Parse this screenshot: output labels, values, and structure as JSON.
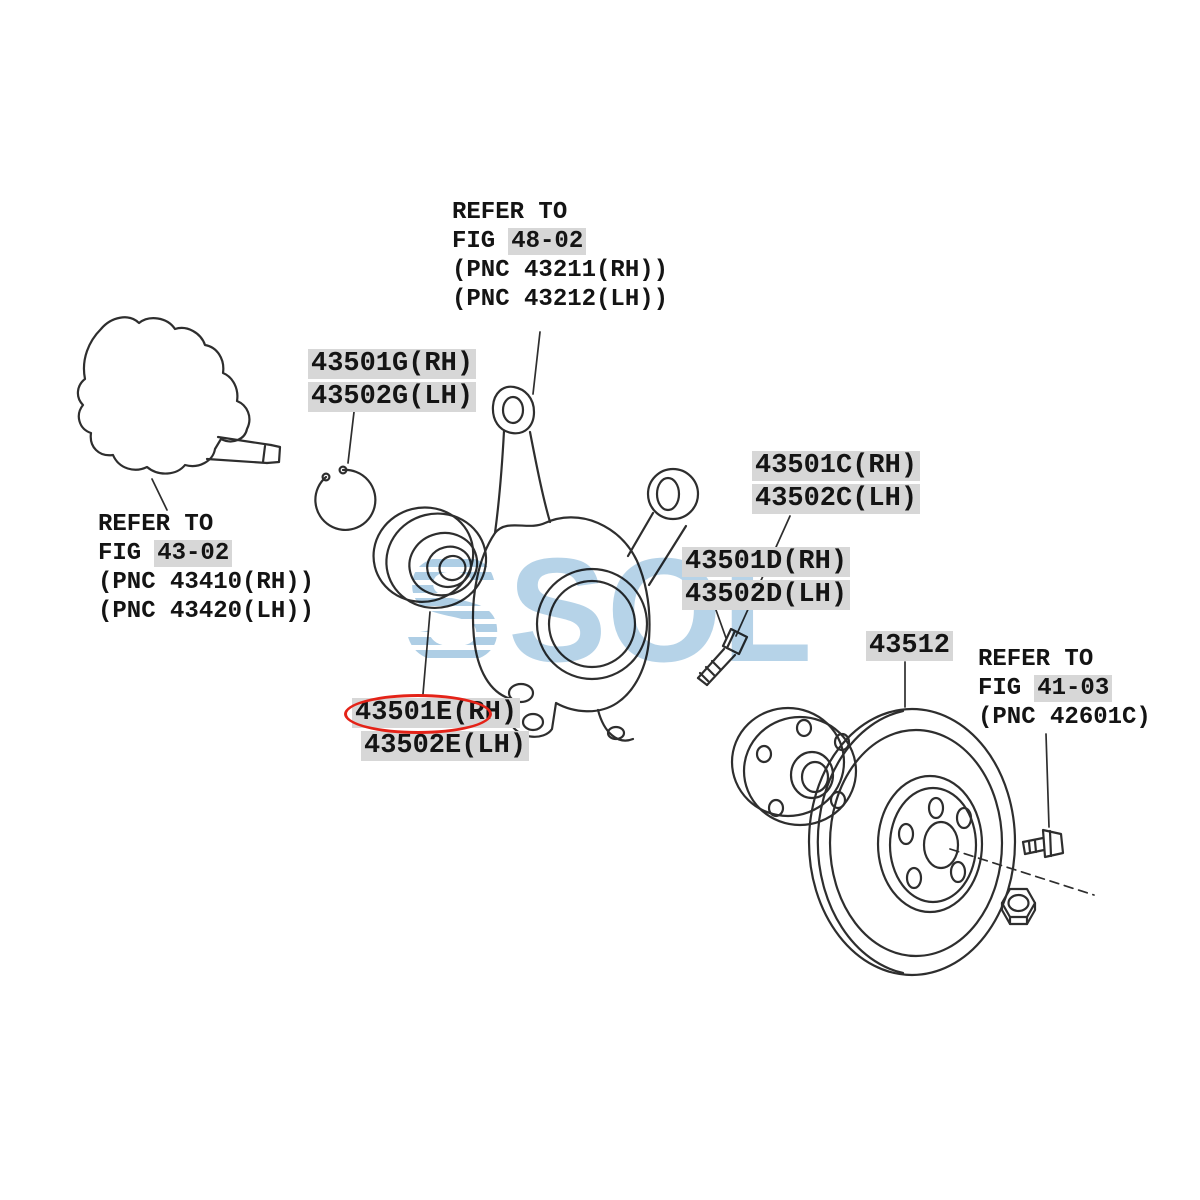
{
  "watermark": {
    "logo_letter": "S",
    "text": "SOL",
    "color": "#a5c9e2"
  },
  "annotations": {
    "highlight_color": "#d7d7d7",
    "circle_color": "#e42318"
  },
  "ref_blocks": {
    "knuckle": {
      "refer": "REFER TO",
      "fig_label": "FIG",
      "fig_no": "48-02",
      "pnc_rh": "(PNC 43211(RH))",
      "pnc_lh": "(PNC 43212(LH))"
    },
    "axle": {
      "refer": "REFER TO",
      "fig_label": "FIG",
      "fig_no": "43-02",
      "pnc_rh": "(PNC 43410(RH))",
      "pnc_lh": "(PNC 43420(LH))"
    },
    "nut": {
      "refer": "REFER TO",
      "fig_label": "FIG",
      "fig_no": "41-03",
      "pnc": "(PNC 42601C)"
    }
  },
  "part_labels": {
    "snap_ring": {
      "rh": "43501G(RH)",
      "lh": "43502G(LH)"
    },
    "bearing": {
      "rh_number": "43501E",
      "rh_side": "(RH)",
      "lh": "43502E(LH)"
    },
    "hub_c": {
      "rh": "43501C(RH)",
      "lh": "43502C(LH)"
    },
    "hub_d": {
      "rh": "43501D(RH)",
      "lh": "43502D(LH)"
    },
    "rotor": {
      "number": "43512"
    }
  }
}
